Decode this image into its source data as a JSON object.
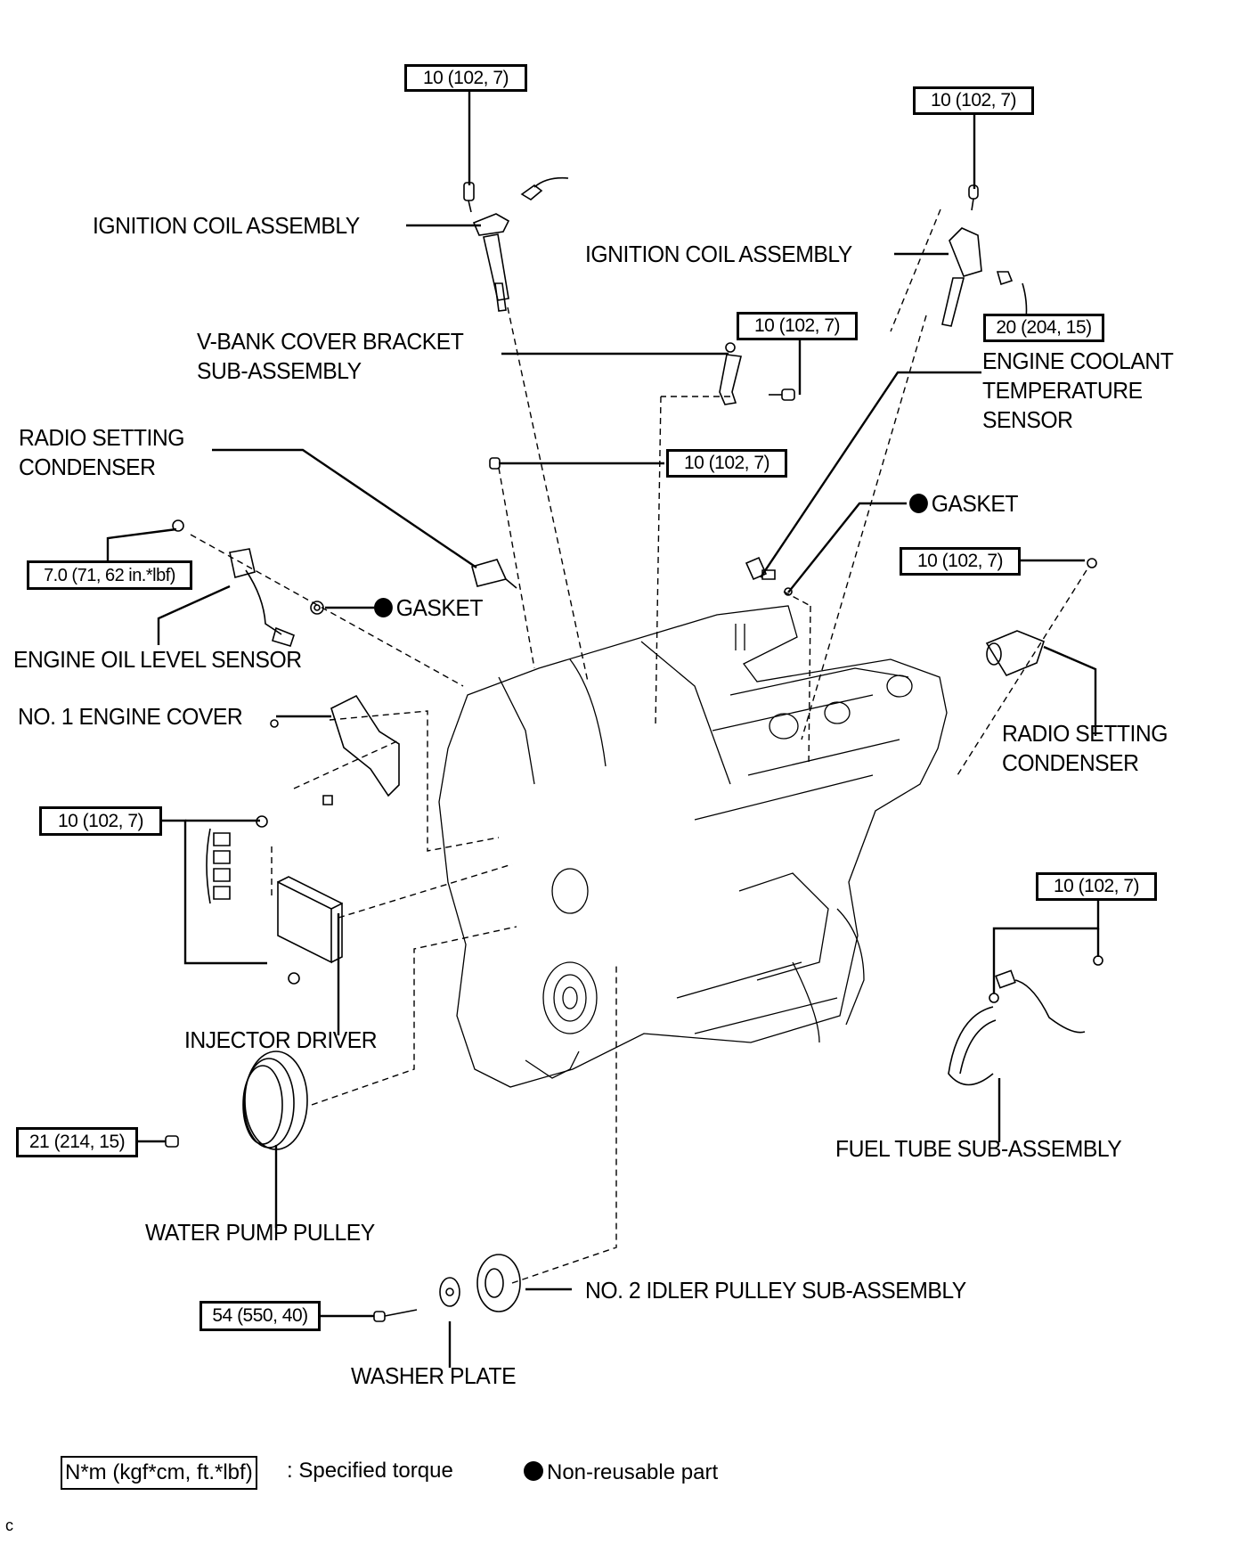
{
  "diagram": {
    "type": "exploded-parts-diagram",
    "subject": "Engine assembly components with torque specifications",
    "corner_mark": "c"
  },
  "torque_specs": [
    {
      "id": "coil-left",
      "value": "10 (102, 7)"
    },
    {
      "id": "coil-right",
      "value": "10 (102, 7)"
    },
    {
      "id": "vbank-bracket",
      "value": "10 (102, 7)"
    },
    {
      "id": "coolant-sensor",
      "value": "20 (204, 15)"
    },
    {
      "id": "radio-left",
      "value": "10 (102, 7)"
    },
    {
      "id": "oil-level",
      "value": "7.0 (71, 62 in.*lbf)"
    },
    {
      "id": "radio-right",
      "value": "10 (102, 7)"
    },
    {
      "id": "injector",
      "value": "10 (102, 7)"
    },
    {
      "id": "fuel-tube",
      "value": "10 (102, 7)"
    },
    {
      "id": "water-pump",
      "value": "21 (214, 15)"
    },
    {
      "id": "idler",
      "value": "54 (550, 40)"
    }
  ],
  "parts": {
    "ignition_coil_left": "IGNITION COIL ASSEMBLY",
    "ignition_coil_right": "IGNITION COIL ASSEMBLY",
    "vbank_line1": "V-BANK COVER BRACKET",
    "vbank_line2": "SUB-ASSEMBLY",
    "coolant_line1": "ENGINE COOLANT",
    "coolant_line2": "TEMPERATURE",
    "coolant_line3": "SENSOR",
    "radio_left_line1": "RADIO SETTING",
    "radio_left_line2": "CONDENSER",
    "gasket_right": "GASKET",
    "gasket_left": "GASKET",
    "oil_level_sensor": "ENGINE OIL LEVEL SENSOR",
    "engine_cover": "NO. 1 ENGINE COVER",
    "radio_right_line1": "RADIO SETTING",
    "radio_right_line2": "CONDENSER",
    "injector_driver": "INJECTOR DRIVER",
    "fuel_tube": "FUEL TUBE SUB-ASSEMBLY",
    "water_pump_pulley": "WATER PUMP PULLEY",
    "idler_pulley": "NO. 2 IDLER PULLEY SUB-ASSEMBLY",
    "washer_plate": "WASHER PLATE"
  },
  "non_reusable_parts": [
    "GASKET",
    "GASKET"
  ],
  "legend": {
    "torque_unit_box": "N*m (kgf*cm, ft.*lbf)",
    "torque_desc": ": Specified torque",
    "non_reusable_desc": "Non-reusable part"
  }
}
